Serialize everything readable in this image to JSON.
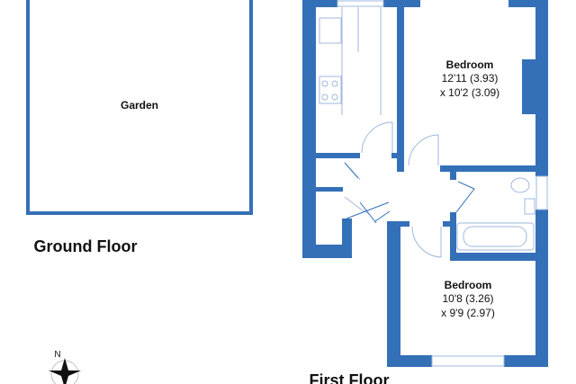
{
  "colors": {
    "wall": "#3370B8",
    "fixture": "#9FB8DD"
  },
  "ground_floor": {
    "title": "Ground Floor",
    "rooms": [
      {
        "name": "Garden"
      }
    ]
  },
  "first_floor": {
    "title": "First Floor",
    "rooms": [
      {
        "name": "Bedroom",
        "dim1": "12'11 (3.93)",
        "dim2": "x 10'2 (3.09)"
      },
      {
        "name": "Bedroom",
        "dim1": "10'8 (3.26)",
        "dim2": "x 9'9 (2.97)"
      }
    ]
  },
  "compass": {
    "label": "N"
  }
}
